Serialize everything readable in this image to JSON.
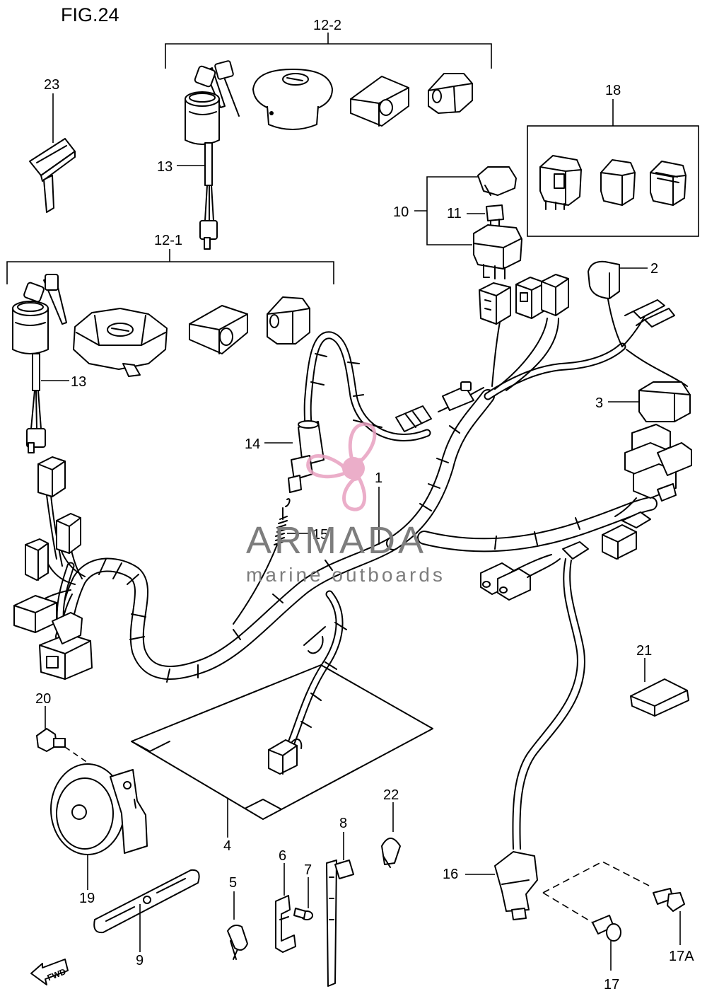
{
  "figure": {
    "title": "FIG.24"
  },
  "watermark": {
    "brand": "ARMADA",
    "tagline": "marine outboards",
    "brand_color": "#7a7a7a",
    "logo_color": "#e8a0c0"
  },
  "fwd_label": "FWD",
  "callouts": {
    "c1": "1",
    "c2": "2",
    "c3": "3",
    "c4": "4",
    "c5": "5",
    "c6": "6",
    "c7": "7",
    "c8": "8",
    "c9": "9",
    "c10": "10",
    "c11": "11",
    "c12_1": "12-1",
    "c12_2": "12-2",
    "c13a": "13",
    "c13b": "13",
    "c14": "14",
    "c15": "15",
    "c16": "16",
    "c17": "17",
    "c17a": "17A",
    "c18": "18",
    "c19": "19",
    "c20": "20",
    "c21": "21",
    "c22": "22",
    "c23": "23"
  }
}
